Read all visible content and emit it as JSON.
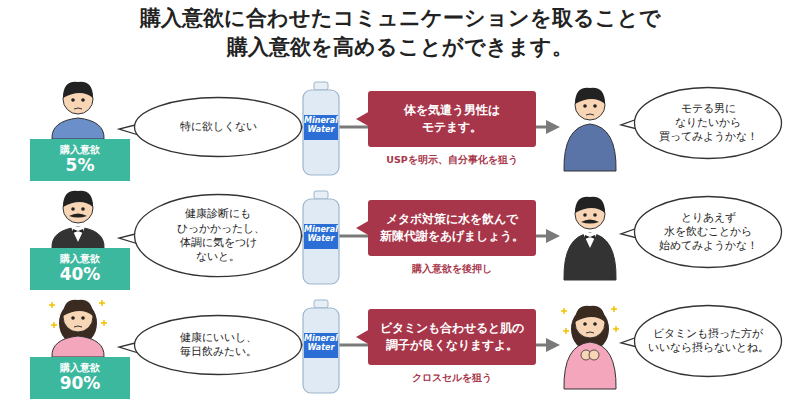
{
  "diagram": {
    "title": "購入意欲に合わせたコミュニケーションを取ることで 購入意欲を高めることができます。",
    "nodes": [
      {
        "text": [
          "特に欲しくない"
        ]
      },
      {
        "text": [
          "購入意欲",
          "5%"
        ]
      },
      {
        "text": [
          "体を気遣う男性は モテます。"
        ]
      },
      {
        "text": [
          "モテる男に なりたいから 買ってみようかな！"
        ]
      },
      {
        "text": [
          "健康診断にも ひっかかったし、 体調に気をつけ ないと。"
        ]
      },
      {
        "text": [
          "購入意欲",
          "40%"
        ]
      },
      {
        "text": [
          "メタボ対策に水を飲んで 新陳代謝をあげましょう。"
        ]
      },
      {
        "text": [
          "とりあえず 水を飲むことから 始めてみようかな！"
        ]
      },
      {
        "text": [
          "健康にいいし、 毎日飲みたい。"
        ]
      },
      {
        "text": [
          "購入意欲",
          "90%"
        ]
      },
      {
        "text": [
          "ビタミンも合わせると肌の 調子が良くなりますよ。"
        ]
      },
      {
        "text": [
          "ビタミンも摂った方が いいなら摂らないとね。"
        ]
      }
    ],
    "labels": [
      "Mineral Water",
      "USPを明示、自分事化を狙う",
      "Mineral Water",
      "購入意欲を後押し",
      "Mineral Water",
      "クロスセルを狙う"
    ]
  }
}
